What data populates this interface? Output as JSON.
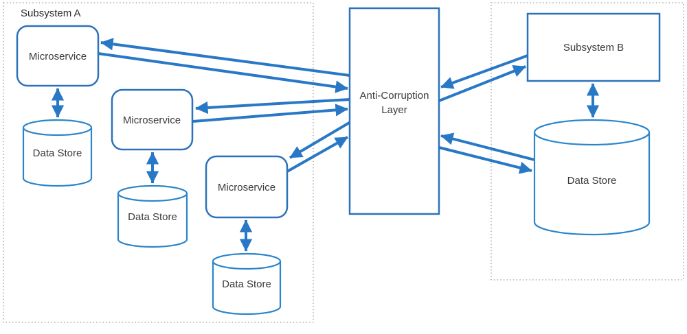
{
  "diagram": {
    "background": "#ffffff",
    "arrow_color": "#2878c6",
    "box_border_color": "#2b72ba",
    "cylinder_border_color": "#2b85ca",
    "container_border_color": "#9a9a9a",
    "text_color": "#3a3a3a"
  },
  "subsystem_a": {
    "label": "Subsystem A",
    "microservices": [
      {
        "label": "Microservice"
      },
      {
        "label": "Microservice"
      },
      {
        "label": "Microservice"
      }
    ],
    "data_stores": [
      {
        "label": "Data Store"
      },
      {
        "label": "Data Store"
      },
      {
        "label": "Data Store"
      }
    ]
  },
  "anti_corruption_layer": {
    "label": "Anti-Corruption Layer",
    "label_lines": [
      "Anti-Corruption",
      "Layer"
    ]
  },
  "subsystem_b": {
    "label": "Subsystem B",
    "data_store": {
      "label": "Data Store"
    }
  }
}
